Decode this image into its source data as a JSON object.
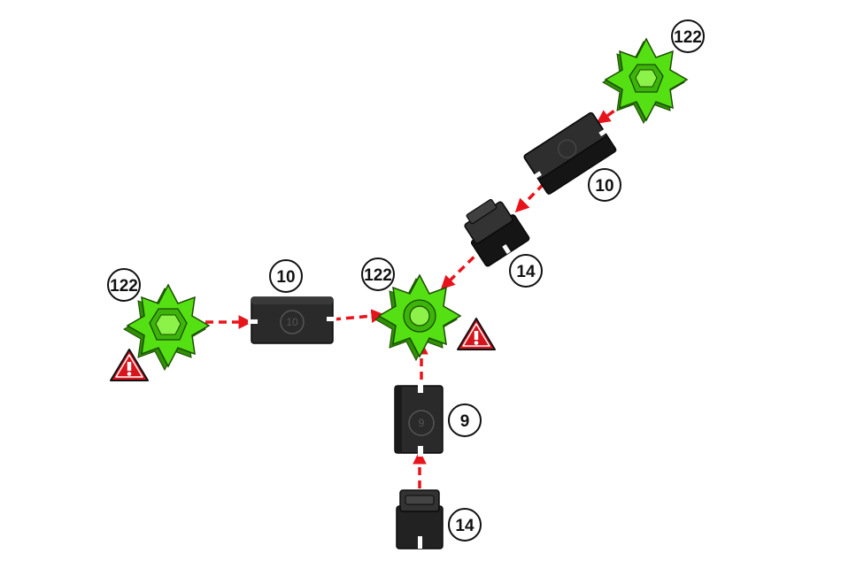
{
  "colors": {
    "gear": "#55e014",
    "gear_dark": "#2f8f05",
    "block": "#2a2a2a",
    "block_dark": "#151515",
    "arrow": "#e8141c",
    "warning": "#d8141c"
  },
  "icons": [
    "gear-part-icon",
    "block-part-icon",
    "warning-icon"
  ],
  "callouts": {
    "gear_top": "122",
    "block_upper": "10",
    "block_short_upper": "14",
    "gear_center": "122",
    "gear_left": "122",
    "block_left": "10",
    "block_lower": "9",
    "block_short_lower": "14"
  },
  "block_marks": {
    "block_left": "10",
    "block_lower": "9"
  }
}
